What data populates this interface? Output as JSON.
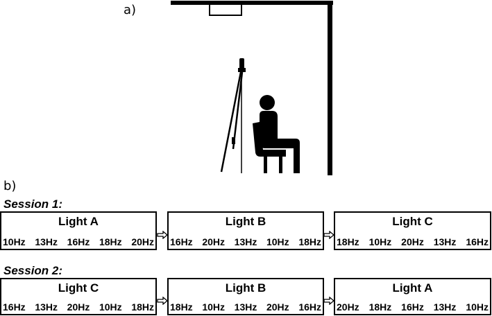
{
  "panel_a": {
    "label": "a)"
  },
  "panel_b": {
    "label": "b)"
  },
  "sessions": [
    {
      "title": "Session 1:",
      "boxes": [
        {
          "title": "Light A",
          "freqs": [
            "10Hz",
            "13Hz",
            "16Hz",
            "18Hz",
            "20Hz"
          ]
        },
        {
          "title": "Light B",
          "freqs": [
            "16Hz",
            "20Hz",
            "13Hz",
            "10Hz",
            "18Hz"
          ]
        },
        {
          "title": "Light C",
          "freqs": [
            "18Hz",
            "10Hz",
            "20Hz",
            "13Hz",
            "16Hz"
          ]
        }
      ]
    },
    {
      "title": "Session 2:",
      "boxes": [
        {
          "title": "Light C",
          "freqs": [
            "16Hz",
            "13Hz",
            "20Hz",
            "10Hz",
            "18Hz"
          ]
        },
        {
          "title": "Light B",
          "freqs": [
            "18Hz",
            "10Hz",
            "13Hz",
            "20Hz",
            "16Hz"
          ]
        },
        {
          "title": "Light A",
          "freqs": [
            "20Hz",
            "18Hz",
            "16Hz",
            "13Hz",
            "10Hz"
          ]
        }
      ]
    }
  ]
}
